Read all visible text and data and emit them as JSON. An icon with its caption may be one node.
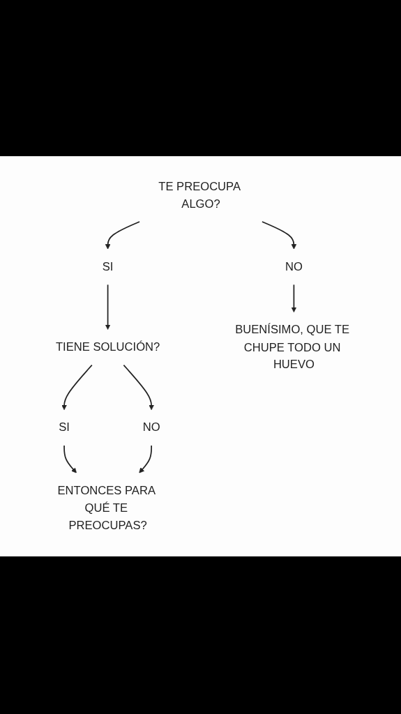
{
  "diagram": {
    "nodes": [
      {
        "text": [
          "TE PREOCUPA ALGO?"
        ]
      },
      {
        "text": [
          "SI"
        ]
      },
      {
        "text": [
          "NO"
        ]
      },
      {
        "text": [
          "TIENE SOLUCIÓN?"
        ]
      },
      {
        "text": [
          "BUENÍSIMO, QUE TE CHUPE TODO UN HUEVO"
        ]
      },
      {
        "text": [
          "SI"
        ]
      },
      {
        "text": [
          "NO"
        ]
      },
      {
        "text": [
          "ENTONCES PARA QUÉ TE PREOCUPAS?"
        ]
      }
    ],
    "edges": [
      {
        "from": 0,
        "to": 1,
        "arrow": "to"
      },
      {
        "from": 0,
        "to": 2,
        "arrow": "to"
      },
      {
        "from": 1,
        "to": 3,
        "arrow": "to"
      },
      {
        "from": 2,
        "to": 4,
        "arrow": "to"
      },
      {
        "from": 3,
        "to": 5,
        "arrow": "to"
      },
      {
        "from": 3,
        "to": 6,
        "arrow": "to"
      },
      {
        "from": 5,
        "to": 7,
        "arrow": "to"
      },
      {
        "from": 6,
        "to": 7,
        "arrow": "to"
      }
    ]
  }
}
